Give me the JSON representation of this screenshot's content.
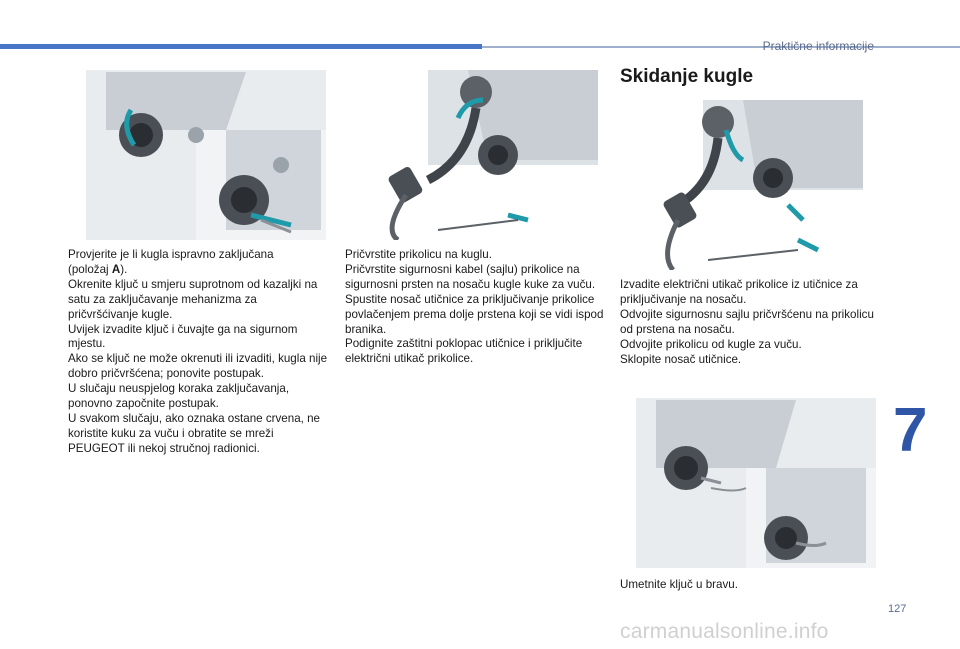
{
  "header": {
    "section": "Praktične informacije"
  },
  "chapter": {
    "number": "7"
  },
  "footer": {
    "page_number": "127",
    "watermark": "carmanualsonline.info"
  },
  "column1": {
    "line1": "Provjerite je li kugla ispravno zaključana",
    "line2_prefix": "(položaj ",
    "line2_bold": "A",
    "line2_suffix": ").",
    "paragraphs": [
      "Okrenite ključ u smjeru suprotnom od kazaljki na satu za zaključavanje mehanizma za pričvršćivanje kugle.",
      "Uvijek izvadite ključ i čuvajte ga na sigurnom mjestu.",
      "Ako se ključ ne može okrenuti ili izvaditi, kugla nije dobro pričvršćena; ponovite postupak.",
      "U slučaju neuspjelog koraka zaključavanja, ponovno započnite postupak.",
      "U svakom slučaju, ako oznaka ostane crvena, ne koristite kuku za vuču i obratite se mreži PEUGEOT ili nekoj stručnoj radionici."
    ]
  },
  "column2": {
    "paragraphs": [
      "Pričvrstite prikolicu na kuglu.",
      "Pričvrstite sigurnosni kabel (sajlu) prikolice na sigurnosni prsten na nosaču kugle kuke za vuču.",
      "Spustite nosač utičnice za priključivanje prikolice povlačenjem prema dolje prstena koji se vidi ispod branika.",
      "Podignite zaštitni poklopac utičnice i priključite električni utikač prikolice."
    ]
  },
  "column3": {
    "title": "Skidanje kugle",
    "paragraphs": [
      "Izvadite električni utikač prikolice iz utičnice za priključivanje na nosaču.",
      "Odvojite sigurnosnu sajlu pričvršćenu na prikolicu od prstena na nosaču.",
      "Odvojite prikolicu od kugle za vuču.",
      "Sklopite nosač utičnice."
    ],
    "final_step": "Umetnite ključ u bravu."
  },
  "colors": {
    "accent_blue": "#4a74c8",
    "chapter_blue": "#2f56a6",
    "arrow_teal": "#1f9aa8"
  }
}
